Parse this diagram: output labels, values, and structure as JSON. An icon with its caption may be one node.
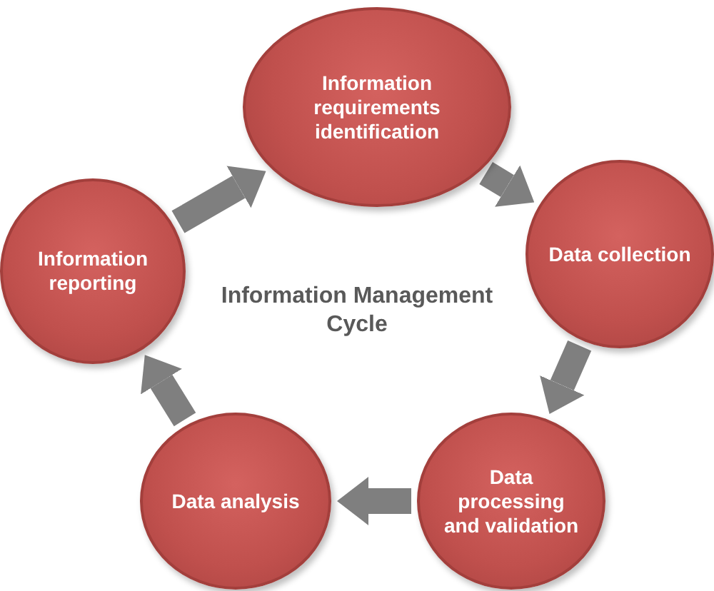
{
  "diagram": {
    "title": "Information Management Cycle",
    "nodes": [
      {
        "text": [
          "Information requirements identification"
        ]
      },
      {
        "text": [
          "Data collection"
        ]
      },
      {
        "text": [
          "Data processing and validation"
        ]
      },
      {
        "text": [
          "Data analysis"
        ]
      },
      {
        "text": [
          "Information reporting"
        ]
      }
    ],
    "edges": [
      {
        "from": 0,
        "to": 1,
        "arrow": "to"
      },
      {
        "from": 1,
        "to": 2,
        "arrow": "to"
      },
      {
        "from": 2,
        "to": 3,
        "arrow": "to"
      },
      {
        "from": 3,
        "to": 4,
        "arrow": "to"
      },
      {
        "from": 4,
        "to": 0,
        "arrow": "to"
      }
    ]
  }
}
